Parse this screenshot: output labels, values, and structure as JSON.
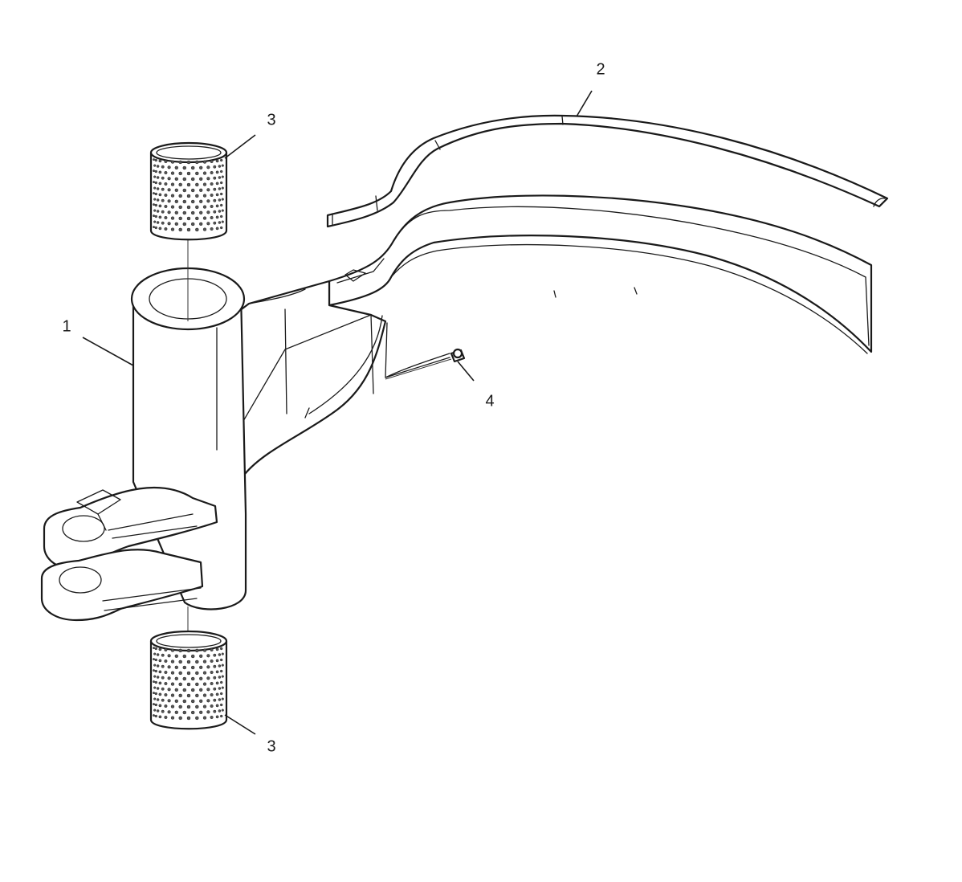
{
  "diagram": {
    "callouts": [
      {
        "id": "callout-1",
        "label": "1"
      },
      {
        "id": "callout-2",
        "label": "2"
      },
      {
        "id": "callout-3-top",
        "label": "3"
      },
      {
        "id": "callout-3-bottom",
        "label": "3"
      },
      {
        "id": "callout-4",
        "label": "4"
      }
    ]
  },
  "colors": {
    "line": "#1a1a1a",
    "background": "#ffffff"
  }
}
